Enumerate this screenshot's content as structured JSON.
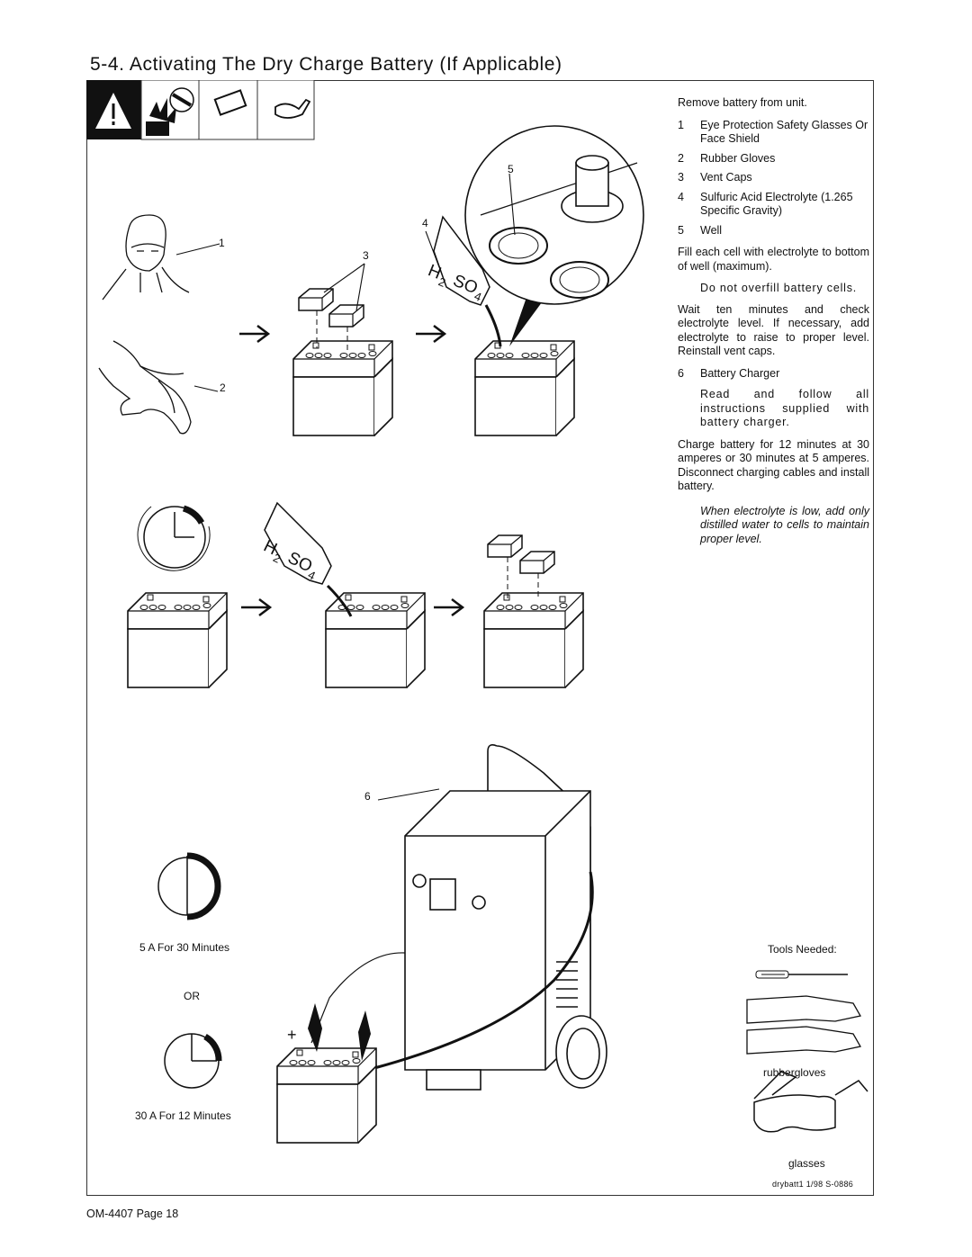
{
  "section_title": "5-4.   Activating The Dry Charge Battery (If Applicable)",
  "instructions": {
    "remove": "Remove battery from unit.",
    "items": [
      {
        "num": "1",
        "text": "Eye Protection    Safety Glasses Or Face Shield"
      },
      {
        "num": "2",
        "text": "Rubber Gloves"
      },
      {
        "num": "3",
        "text": "Vent Caps"
      },
      {
        "num": "4",
        "text": "Sulfuric Acid Electrolyte (1.265 Specific Gravity)"
      },
      {
        "num": "5",
        "text": "Well"
      }
    ],
    "fill": "Fill each cell with electrolyte to bottom of well (maximum).",
    "overfill_warning": "Do not overfill battery cells.",
    "wait": "Wait ten minutes and check electrolyte level. If necessary, add electrolyte to raise to proper level. Reinstall vent caps.",
    "item6": {
      "num": "6",
      "text": "Battery Charger"
    },
    "read_follow": "Read and follow all instructions supplied with battery charger.",
    "charge": "Charge battery for 12 minutes at 30 amperes or 30 minutes at 5 amperes. Disconnect charging cables and install battery.",
    "note": "When electrolyte is low, add only distilled water to cells to maintain proper level."
  },
  "callouts": {
    "n1": "1",
    "n2": "2",
    "n3": "3",
    "n4": "4",
    "n5": "5",
    "n6": "6"
  },
  "chem": {
    "h": "H",
    "two": "2",
    "so": "SO",
    "four": "4"
  },
  "charging_options": {
    "option_a": "5 A For 30 Minutes",
    "or": "OR",
    "option_b": "30 A For 12 Minutes"
  },
  "plus_sign": "+",
  "tools": {
    "heading": "Tools Needed:",
    "gloves": "rubbergloves",
    "glasses": "glasses"
  },
  "drawing_codes": "drybatt1  1/98    S-0886",
  "footer": "OM-4407 Page 18"
}
